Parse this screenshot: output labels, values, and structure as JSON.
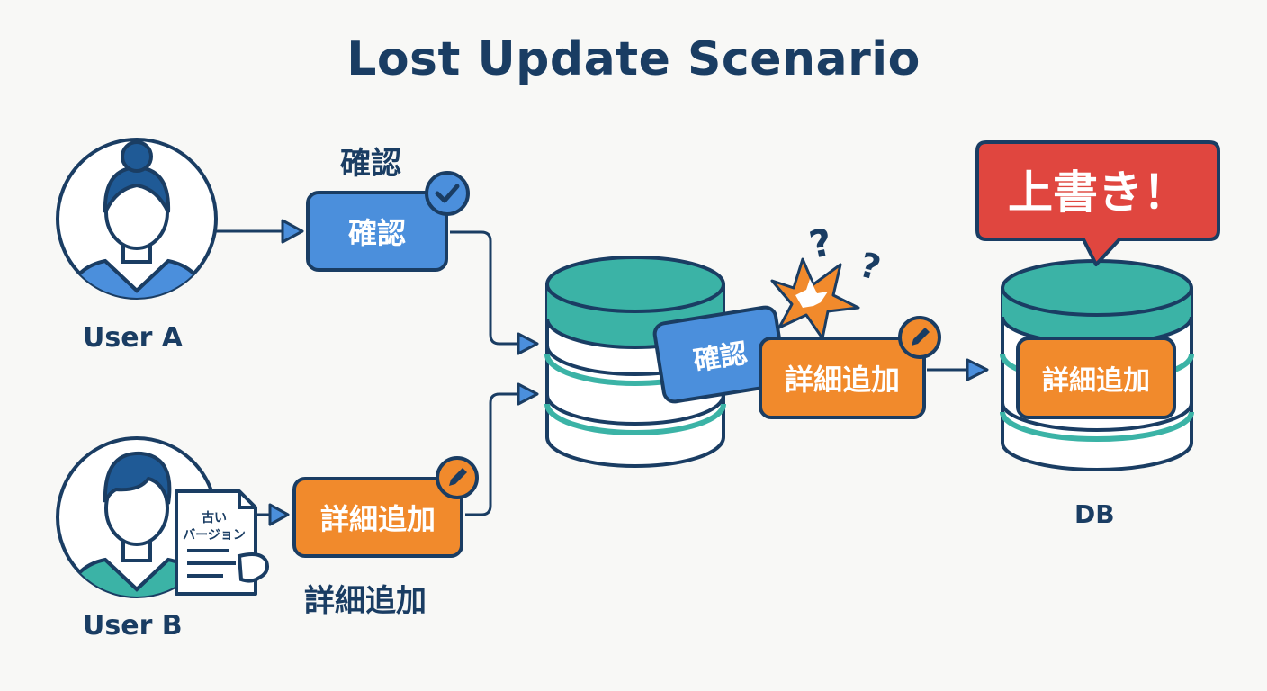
{
  "title": "Lost Update Scenario",
  "users": {
    "a": {
      "label": "User A"
    },
    "b": {
      "label": "User B",
      "document_text": [
        "古い",
        "バージョン"
      ]
    }
  },
  "steps": {
    "a_caption": "確認",
    "a_badge": "確認",
    "b_badge": "詳細追加",
    "b_caption": "詳細追加"
  },
  "conflict": {
    "blue_card": "確認",
    "orange_card": "詳細追加",
    "question_marks": [
      "?",
      "?"
    ]
  },
  "result": {
    "callout": "上書き！",
    "stored_record": "詳細追加",
    "db_label": "DB"
  },
  "colors": {
    "navy": "#1a3d63",
    "blue": "#4b8fdc",
    "orange": "#f18a2c",
    "teal": "#3bb3a6",
    "red": "#e0463f"
  }
}
